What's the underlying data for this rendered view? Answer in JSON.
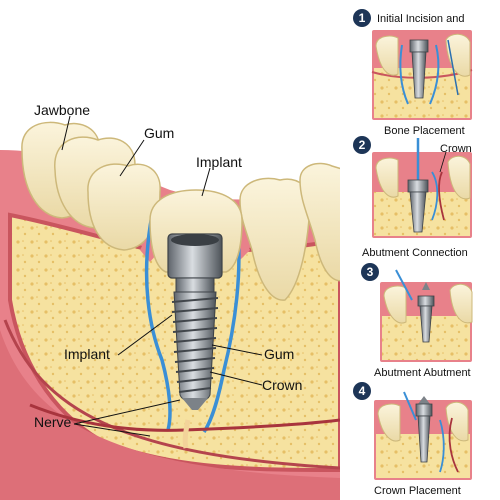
{
  "main": {
    "labels": {
      "jawbone": "Jawbone",
      "gum_top": "Gum",
      "implant_top": "Implant",
      "implant_left": "Implant",
      "gum_right": "Gum",
      "crown": "Crown",
      "nerve": "Nerve"
    }
  },
  "steps": [
    {
      "number": "1",
      "title": "Initial Incision and",
      "caption": "Bone Placement"
    },
    {
      "number": "2",
      "title": "",
      "inner_label": "Crown",
      "caption": "Abutment Connection"
    },
    {
      "number": "3",
      "title": "",
      "caption": "Abutment Abutment"
    },
    {
      "number": "4",
      "title": "",
      "caption": "Crown Placement"
    }
  ],
  "colors": {
    "gum": "#e8818a",
    "gum_dark": "#c9555e",
    "bone": "#f6e2a0",
    "bone_dot": "#e8c36a",
    "tooth": "#f4ebcb",
    "nerve_blue": "#3a8fd6",
    "badge": "#1d3557",
    "metal": "#9aa0a6"
  }
}
